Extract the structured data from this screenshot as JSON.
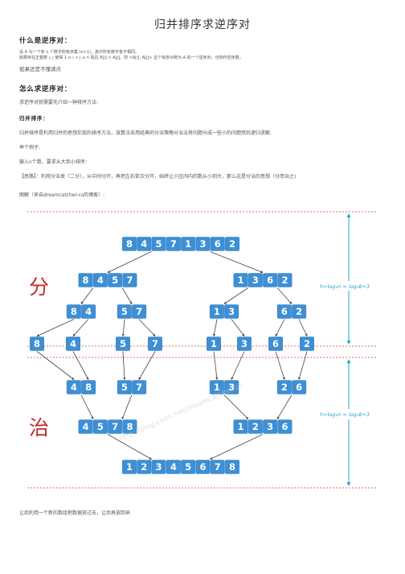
{
  "title": "归并排序求逆序对",
  "section1": {
    "heading": "什么是逆序对：",
    "def_line1": "设 A 为一个有 n 个数字的有序集 (n>1)，其中所有数字各不相同。",
    "def_line2": "如果存在正整数 i, j 使得 1 ≤ i < j ≤ n 而且 A[i] > A[j]，则 <A[i], A[j]> 这个有序对称为 A 的一个逆序对，也称作逆序数。",
    "note": "如果还是不懂请点"
  },
  "section2": {
    "heading": "怎么求逆序对：",
    "intro": "求逆序对就需要先介绍一种排序方法:",
    "sub_heading": "归并排序：",
    "desc": "归并排序是利用归并的思想实现的排序方法，该算法采用经典的分治策略分治法将问题分成一些小的问题然后递归求解.",
    "example": "举个例子:",
    "input": "输入n个数，要求从大到小排序：",
    "idea": "【思路】：利用分治发（二分），从中间分开，再把左右依次分开，始终让小区间内的数从小到大，那么这是分治的思想（分而治之)",
    "figure_caption": "图解（来自dreamcatcher-cs的博客）:",
    "after_text": "让后利用一个新的数组把数据放过去，让后再放回来"
  },
  "diagram": {
    "divide_label": "分",
    "conquer_label": "治",
    "height_label_top": "h=log₂n = log₂8=3",
    "height_label_bottom": "h=log₂n = log₂8=3",
    "watermark": "http://blog.csdn.net/dreamcatcher-cs",
    "levels": [
      [
        [
          "8",
          "4",
          "5",
          "7",
          "1",
          "3",
          "6",
          "2"
        ]
      ],
      [
        [
          "8",
          "4",
          "5",
          "7"
        ],
        [
          "1",
          "3",
          "6",
          "2"
        ]
      ],
      [
        [
          "8",
          "4"
        ],
        [
          "5",
          "7"
        ],
        [
          "1",
          "3"
        ],
        [
          "6",
          "2"
        ]
      ],
      [
        [
          "8"
        ],
        [
          "4"
        ],
        [
          "5"
        ],
        [
          "7"
        ],
        [
          "1"
        ],
        [
          "3"
        ],
        [
          "6"
        ],
        [
          "2"
        ]
      ],
      [
        [
          "4",
          "8"
        ],
        [
          "5",
          "7"
        ],
        [
          "1",
          "3"
        ],
        [
          "2",
          "6"
        ]
      ],
      [
        [
          "4",
          "5",
          "7",
          "8"
        ],
        [
          "1",
          "2",
          "3",
          "6"
        ]
      ],
      [
        [
          "1",
          "2",
          "3",
          "4",
          "5",
          "6",
          "7",
          "8"
        ]
      ]
    ]
  },
  "colors": {
    "box": "#3d8fd6",
    "box_dark": "#2c6fb0",
    "divide_red": "#c62828",
    "height_cyan": "#1fa9c4",
    "dash_red": "#e53935"
  }
}
